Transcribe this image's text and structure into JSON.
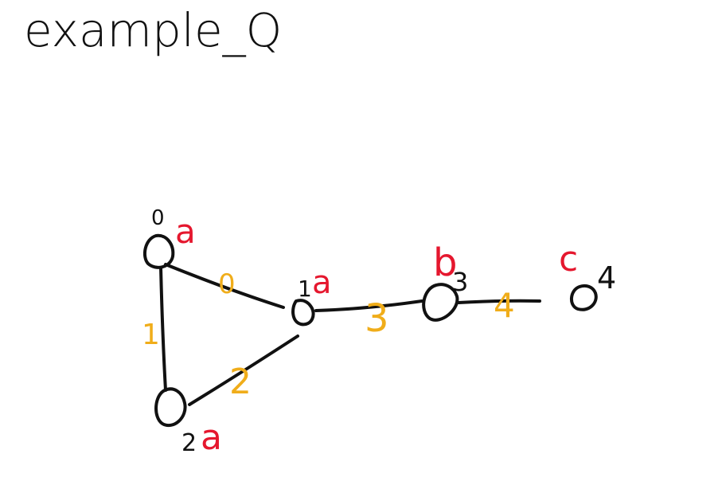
{
  "title": "example_Q",
  "colors": {
    "ink": "#111111",
    "edge_label": "#f0ad1a",
    "node_label": "#e5172e"
  },
  "nodes": [
    {
      "id": "0",
      "label": "a"
    },
    {
      "id": "1",
      "label": "a"
    },
    {
      "id": "2",
      "label": "a"
    },
    {
      "id": "3",
      "label": "b"
    },
    {
      "id": "4",
      "label": "c"
    }
  ],
  "edges": [
    {
      "id": "0",
      "from": "0",
      "to": "1"
    },
    {
      "id": "1",
      "from": "0",
      "to": "2"
    },
    {
      "id": "2",
      "from": "2",
      "to": "1"
    },
    {
      "id": "3",
      "from": "1",
      "to": "3"
    },
    {
      "id": "4",
      "from": "3",
      "to": "4"
    }
  ]
}
